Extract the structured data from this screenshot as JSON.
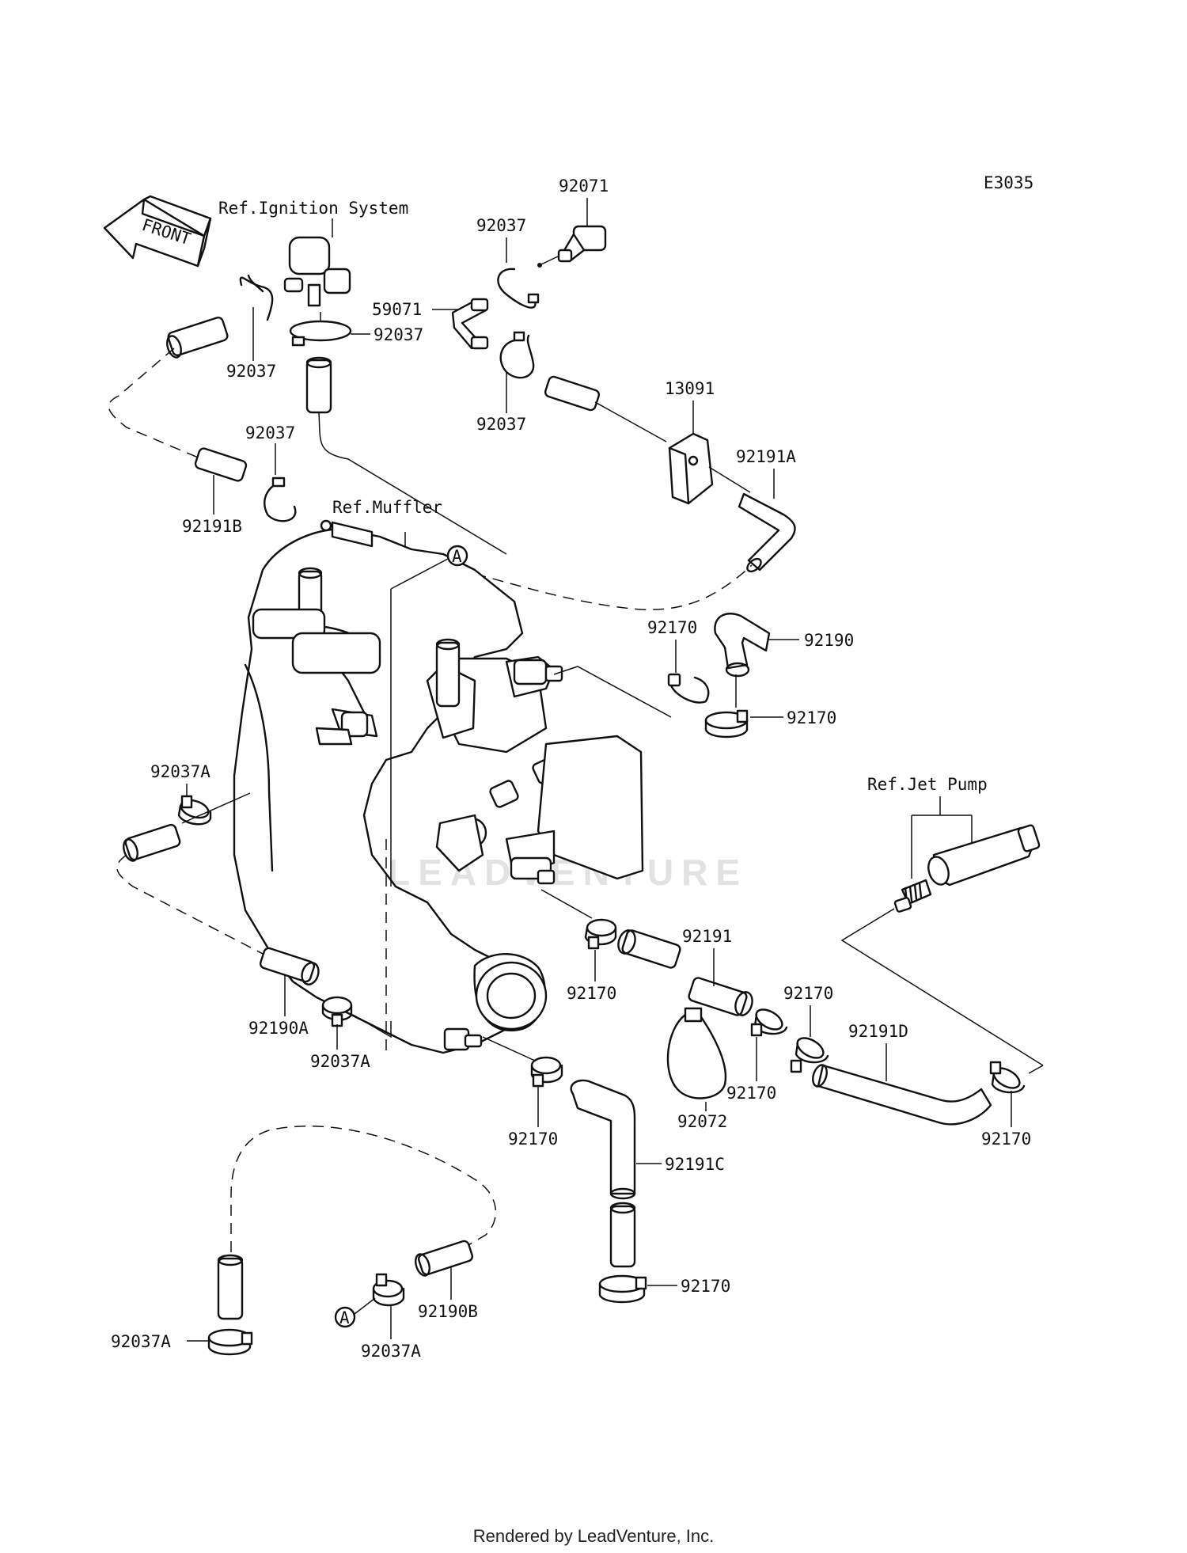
{
  "diagram_code": "E3035",
  "front_label": "FRONT",
  "refs": {
    "ignition": "Ref.Ignition System",
    "muffler": "Ref.Muffler",
    "jet_pump": "Ref.Jet Pump"
  },
  "circle_marker": "A",
  "watermark": "LEADVENTURE",
  "credit": "Rendered by LeadVenture, Inc.",
  "parts": {
    "p92071": "92071",
    "p92037": "92037",
    "p59071": "59071",
    "p13091": "13091",
    "p92191A": "92191A",
    "p92191B": "92191B",
    "p92170": "92170",
    "p92190": "92190",
    "p92037A": "92037A",
    "p92191": "92191",
    "p92190A": "92190A",
    "p92072": "92072",
    "p92191D": "92191D",
    "p92191C": "92191C",
    "p92190B": "92190B"
  }
}
